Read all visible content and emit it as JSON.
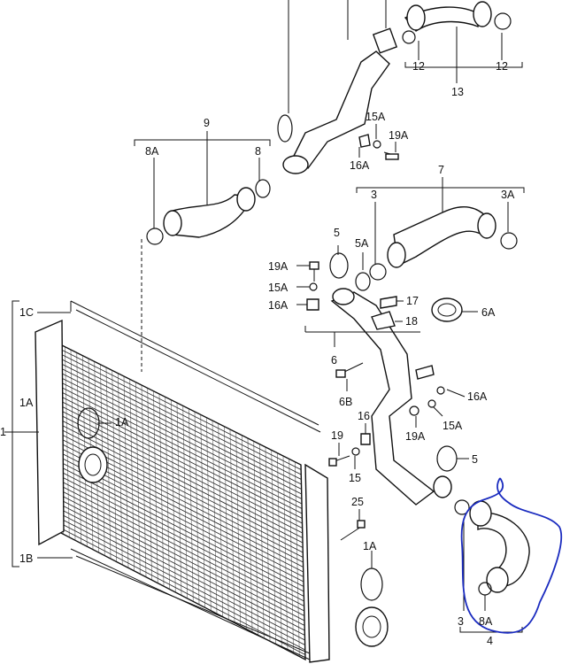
{
  "labels": {
    "l12a": "12",
    "l12b": "12",
    "l13": "13",
    "l15A_top": "15A",
    "l19A_top": "19A",
    "l16A_top": "16A",
    "l9": "9",
    "l8A_top": "8A",
    "l8_top": "8",
    "l7": "7",
    "l3_top": "3",
    "l3A": "3A",
    "l5_mid": "5",
    "l5A": "5A",
    "l19A_mid": "19A",
    "l15A_mid": "15A",
    "l16A_mid": "16A",
    "l17": "17",
    "l18": "18",
    "l6A": "6A",
    "l6": "6",
    "l1C": "1C",
    "l1A_left": "1A",
    "l1": "1",
    "l1A_inner": "1A",
    "l6B": "6B",
    "l16A_right": "16A",
    "l15A_right": "15A",
    "l19A_right": "19A",
    "l16_mid": "16",
    "l19_mid": "19",
    "l15_mid": "15",
    "l5_low": "5",
    "l25": "25",
    "l1B": "1B",
    "l1A_low": "1A",
    "l3_low": "3",
    "l8A_low": "8A",
    "l4": "4"
  },
  "colors": {
    "line": "#111111",
    "highlight": "#1a2bbf",
    "background": "#ffffff"
  }
}
